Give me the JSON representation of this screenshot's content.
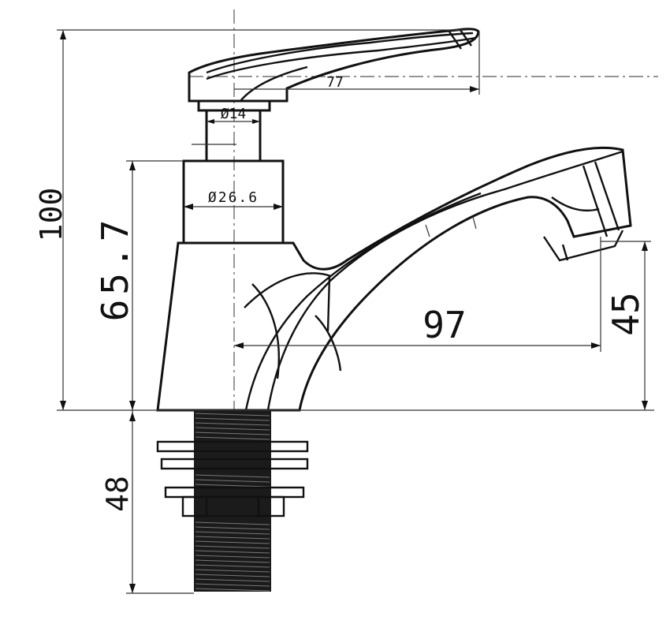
{
  "drawing": {
    "subject": "faucet-side-elevation",
    "dimensions": {
      "overall_height": "100",
      "body_height": "65.7",
      "spout_reach": "97",
      "spout_outlet_height": "45",
      "thread_length": "48",
      "handle_length": "77",
      "spindle_diameter": "Ø14",
      "body_diameter": "Ø26.6"
    }
  }
}
